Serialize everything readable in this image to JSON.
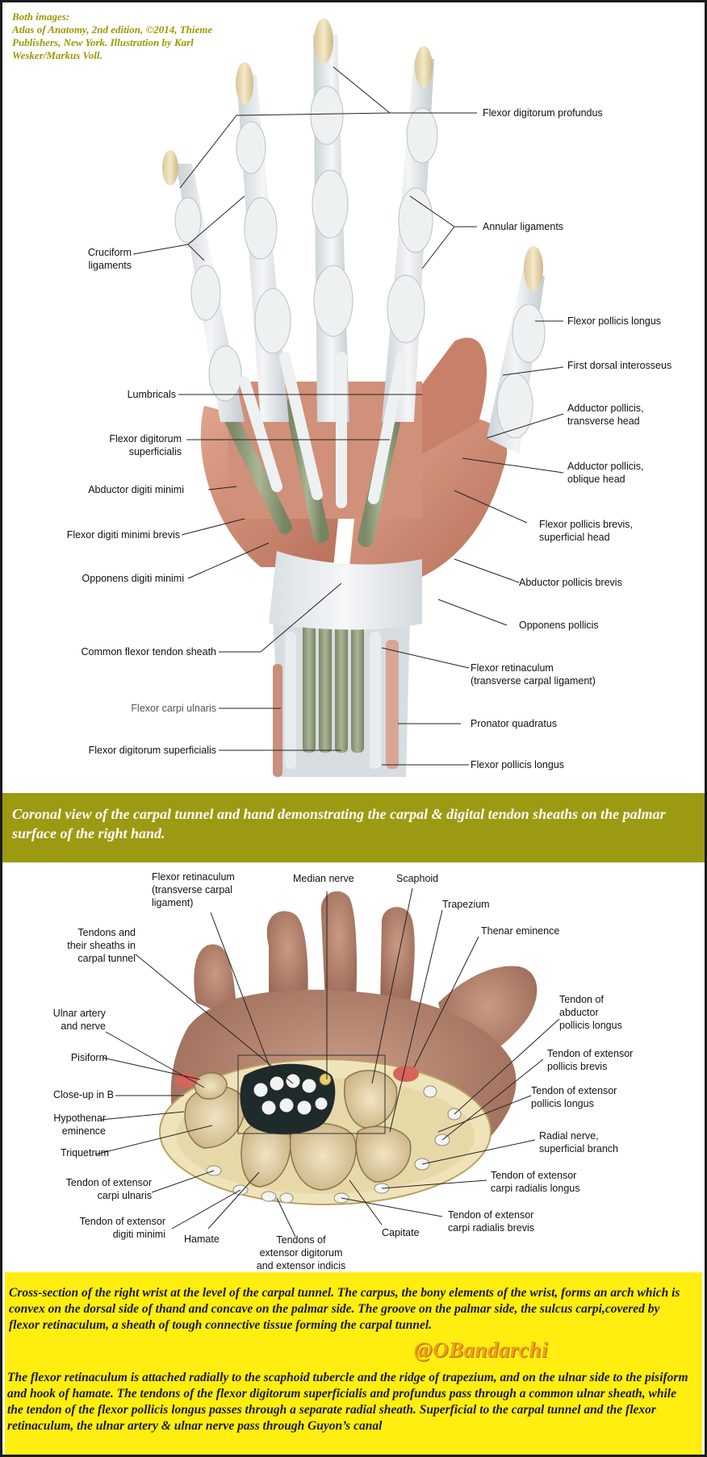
{
  "credit": {
    "line1": "Both images:",
    "line2": "Atlas of Anatomy, 2nd edition, ©2014, Thieme",
    "line3": "Publishers, New York. Illustration by Karl",
    "line4": "Wesker/Markus Voll."
  },
  "top_labels": {
    "flexor_digitorum_profundus": "Flexor digitorum profundus",
    "cruciform_1": "Cruciform",
    "cruciform_2": "ligaments",
    "annular_ligaments": "Annular ligaments",
    "flexor_pollicis_longus_top": "Flexor pollicis longus",
    "first_dorsal_interosseus": "First dorsal interosseus",
    "lumbricals": "Lumbricals",
    "adductor_transverse_1": "Adductor pollicis,",
    "adductor_transverse_2": "transverse head",
    "fds_1": "Flexor digitorum",
    "fds_2": "superficialis",
    "adductor_oblique_1": "Adductor pollicis,",
    "adductor_oblique_2": "oblique head",
    "abductor_digiti_minimi": "Abductor digiti minimi",
    "fpb_1": "Flexor pollicis brevis,",
    "fpb_2": "superficial head",
    "flexor_digiti_minimi_brevis": "Flexor digiti minimi brevis",
    "opponens_digiti_minimi": "Opponens digiti minimi",
    "abductor_pollicis_brevis": "Abductor pollicis brevis",
    "opponens_pollicis": "Opponens pollicis",
    "common_flexor_tendon_sheath": "Common flexor tendon sheath",
    "flexor_retinaculum_1": "Flexor retinaculum",
    "flexor_retinaculum_2": "(transverse carpal ligament)",
    "flexor_carpi_ulnaris": "Flexor carpi ulnaris",
    "pronator_quadratus": "Pronator quadratus",
    "fds_bottom": "Flexor digitorum superficialis",
    "flexor_pollicis_longus_bottom": "Flexor pollicis longus"
  },
  "band_caption": "Coronal view of the carpal tunnel and hand demonstrating the carpal & digital tendon sheaths on the palmar surface of the right hand.",
  "bottom_labels": {
    "flexor_retinaculum_1": "Flexor retinaculum",
    "flexor_retinaculum_2": "(transverse carpal",
    "flexor_retinaculum_3": "ligament)",
    "median_nerve": "Median nerve",
    "scaphoid": "Scaphoid",
    "trapezium": "Trapezium",
    "tendons_sheaths_1": "Tendons and",
    "tendons_sheaths_2": "their sheaths in",
    "tendons_sheaths_3": "carpal tunnel",
    "thenar_eminence": "Thenar eminence",
    "abductor_pollicis_longus_1": "Tendon of",
    "abductor_pollicis_longus_2": "abductor",
    "abductor_pollicis_longus_3": "pollicis longus",
    "ulnar_artery_1": "Ulnar artery",
    "ulnar_artery_2": "and nerve",
    "ext_pollicis_brevis_1": "Tendon of extensor",
    "ext_pollicis_brevis_2": "pollicis brevis",
    "pisiform": "Pisiform",
    "ext_pollicis_longus_1": "Tendon of extensor",
    "ext_pollicis_longus_2": "pollicis longus",
    "closeup": "Close-up in B",
    "hypothenar_1": "Hypothenar",
    "hypothenar_2": "eminence",
    "radial_nerve_1": "Radial nerve,",
    "radial_nerve_2": "superficial branch",
    "triquetrum": "Triquetrum",
    "ext_carpi_radialis_longus_1": "Tendon of extensor",
    "ext_carpi_radialis_longus_2": "carpi radialis longus",
    "ext_carpi_ulnaris_1": "Tendon of extensor",
    "ext_carpi_ulnaris_2": "carpi ulnaris",
    "ext_carpi_radialis_brevis_1": "Tendon of extensor",
    "ext_carpi_radialis_brevis_2": "carpi radialis brevis",
    "ext_digiti_minimi_1": "Tendon of extensor",
    "ext_digiti_minimi_2": "digiti minimi",
    "hamate": "Hamate",
    "capitate": "Capitate",
    "tendons_ext_1": "Tendons of",
    "tendons_ext_2": "extensor digitorum",
    "tendons_ext_3": "and extensor indicis"
  },
  "yellow_text_1": "Cross-section of the right wrist at the level of the carpal tunnel. The carpus, the bony elements of the wrist, forms an arch which is convex on the dorsal side of thand and concave on the palmar side. The groove on the palmar side, the sulcus carpi,covered by flexor retinaculum, a sheath of tough connective tissue forming the carpal tunnel.",
  "watermark": "@OBandarchi",
  "yellow_text_2": "The flexor retinaculum is attached radially to the scaphoid tubercle and the ridge of trapezium, and on the ulnar side to the pisiform and hook of hamate. The tendons of the flexor digitorum superficialis and profundus pass through a common ulnar sheath, while the tendon of the flexor pollicis longus passes through a separate radial sheath. Superficial to the carpal tunnel and the flexor retinaculum, the ulnar artery & ulnar nerve pass through Guyon’s canal",
  "colors": {
    "band": "#9c9a12",
    "yellow_box": "#ffee10",
    "credit_text": "#9a9a00",
    "watermark": "#f0a020",
    "muscle": "#cf8a72",
    "tendon_sheath": "#e4e8ea",
    "tendon_green": "#8d9a78"
  }
}
